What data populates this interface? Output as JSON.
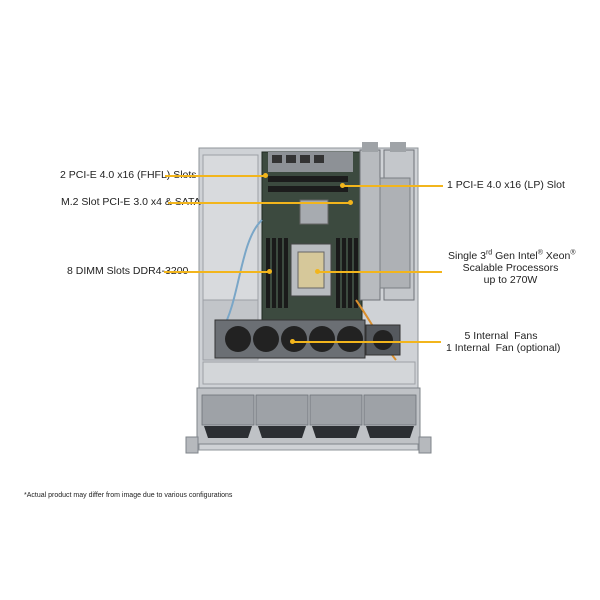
{
  "callouts": {
    "pcie_fhfl": "2 PCI-E 4.0 x16 (FHFL) Slots",
    "m2_slot": "M.2 Slot PCI-E 3.0 x4 & SATA",
    "dimm_slots": "8 DIMM Slots DDR4-3200",
    "pcie_lp": "1 PCI-E 4.0 x16 (LP) Slot",
    "cpu_line1_pre": "Single 3",
    "cpu_line1_sup1": "rd",
    "cpu_line1_mid": " Gen Intel",
    "cpu_line1_sup2": "®",
    "cpu_line1_mid2": " Xeon",
    "cpu_line1_sup3": "®",
    "cpu_line2": "Scalable Processors",
    "cpu_line3": "up to 270W",
    "fans_line1": "5 Internal  Fans",
    "fans_line2": "1 Internal  Fan (optional)"
  },
  "footnote": "*Actual product may differ from image due to various configurations",
  "colors": {
    "leader": "#f2b51c",
    "chassis": "#c9ccd0",
    "board": "#3c4a3f"
  }
}
